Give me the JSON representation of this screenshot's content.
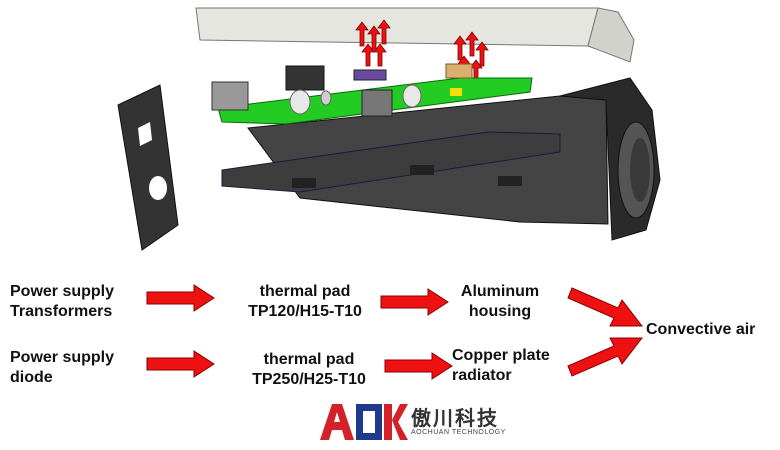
{
  "flow": {
    "row1": {
      "source_line1": "Power supply",
      "source_line2": "Transformers",
      "pad_line1": "thermal pad",
      "pad_line2": "TP120/H15-T10",
      "sink_line1": "Aluminum",
      "sink_line2": "housing"
    },
    "row2": {
      "source_line1": "Power supply",
      "source_line2": "diode",
      "pad_line1": "thermal pad",
      "pad_line2": "TP250/H25-T10",
      "sink_line1": "Copper plate",
      "sink_line2": "radiator"
    },
    "target": "Convective air"
  },
  "logo": {
    "mark": "AOK",
    "chinese": "傲川科技",
    "english": "AOCHUAN TECHNOLOGY"
  },
  "colors": {
    "arrow_fill": "#ee1111",
    "arrow_stroke": "#8a0000",
    "pcb_green": "#22cc22",
    "housing_dark": "#3a3a3a",
    "lid_light": "#e6e6e0",
    "logo_red": "#d42027"
  }
}
